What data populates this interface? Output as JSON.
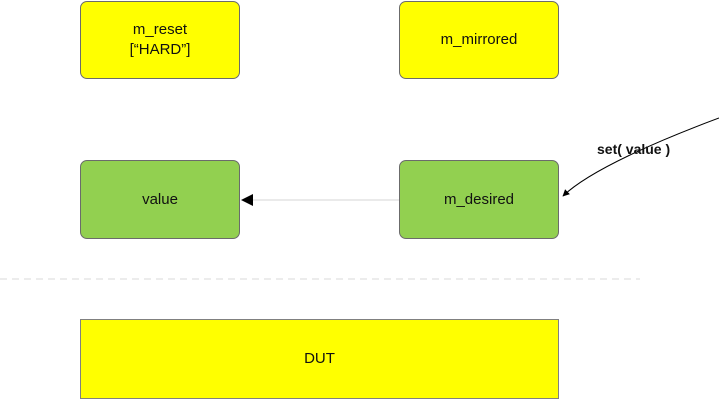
{
  "diagram": {
    "nodes": {
      "m_reset": {
        "line1": "m_reset",
        "line2": "[“HARD”]"
      },
      "m_mirrored": {
        "label": "m_mirrored"
      },
      "value": {
        "label": "value"
      },
      "m_desired": {
        "label": "m_desired"
      },
      "dut": {
        "label": "DUT"
      }
    },
    "edges": {
      "set_value": {
        "label": "set( value )"
      }
    },
    "colors": {
      "register_yellow": "#ffff00",
      "field_green": "#92d050",
      "border": "#6b6b6b",
      "separator": "#d9d9d9"
    }
  }
}
